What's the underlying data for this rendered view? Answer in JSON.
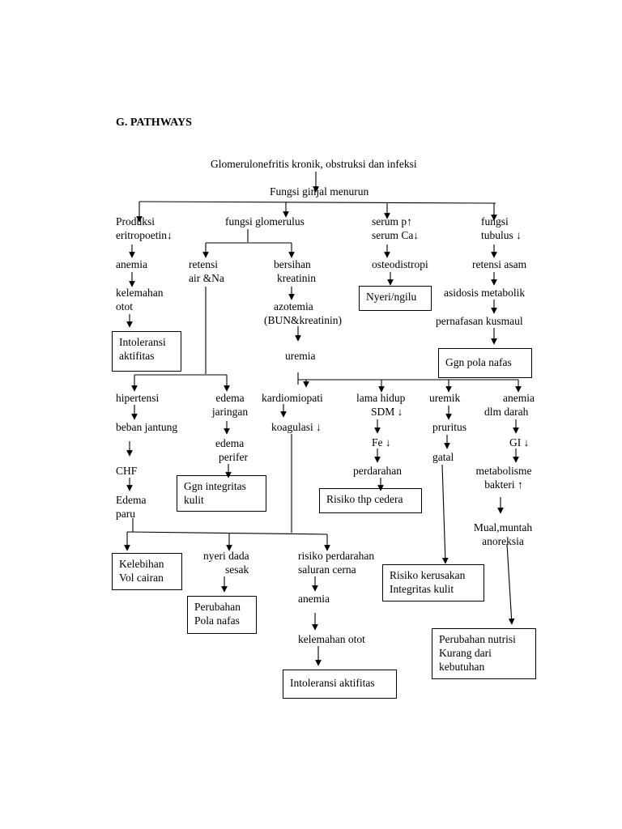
{
  "heading": "G. PATHWAYS",
  "nodes": {
    "root": "Glomerulonefritis kronik, obstruksi dan infeksi",
    "fungsi_ginjal": "Fungsi ginjal menurun",
    "produksi_eritropoetin": [
      "Produksi",
      "eritropoetin↓"
    ],
    "fungsi_glomerulus": "fungsi glomerulus",
    "serum": [
      "serum p↑",
      "serum Ca↓"
    ],
    "fungsi_tubulus": [
      "fungsi",
      "tubulus ↓"
    ],
    "anemia1": "anemia",
    "retensi_air": [
      "retensi",
      "air &Na"
    ],
    "bersihan_kreatinin": [
      "bersihan",
      "kreatinin"
    ],
    "osteodistropi": "osteodistropi",
    "retensi_asam": "retensi asam",
    "kelemahan_otot1": [
      "kelemahan",
      "otot"
    ],
    "azotemia": [
      "azotemia",
      "(BUN&kreatinin)"
    ],
    "asidosis": "asidosis metabolik",
    "pernafasan": "pernafasan kusmaul",
    "uremia": "uremia",
    "hipertensi": "hipertensi",
    "edema_jaringan": [
      "edema",
      "jaringan"
    ],
    "kardiomiopati": "kardiomiopati",
    "lama_hidup": [
      "lama hidup",
      "SDM ↓"
    ],
    "uremik": "uremik",
    "anemia_darah": [
      "anemia",
      "dlm darah"
    ],
    "beban_jantung": "beban jantung",
    "koagulasi": "koagulasi ↓",
    "pruritus": "pruritus",
    "fe": "Fe ↓",
    "gi": "GI  ↓",
    "edema_perifer": [
      "edema",
      "perifer"
    ],
    "gatal": "gatal",
    "chf": "CHF",
    "perdarahan": "perdarahan",
    "metabolisme": [
      "metabolisme",
      "bakteri ↑"
    ],
    "edema_paru": [
      "Edema",
      "paru"
    ],
    "mual": [
      "Mual,muntah",
      "anoreksia"
    ],
    "nyeri_dada": [
      "nyeri dada",
      "sesak"
    ],
    "risiko_perdarahan": [
      "risiko perdarahan",
      "saluran cerna"
    ],
    "anemia2": "anemia",
    "kelemahan_otot2": "kelemahan otot"
  },
  "boxes": {
    "intoleransi1": [
      "Intoleransi",
      "aktifitas"
    ],
    "nyeri_ngilu": "Nyeri/ngilu",
    "ggn_pola_nafas": "Ggn pola nafas",
    "ggn_integritas": [
      "Ggn integritas",
      "kulit"
    ],
    "risiko_cedera": "Risiko thp cedera",
    "kelebihan_cairan": [
      "Kelebihan",
      "Vol cairan"
    ],
    "perubahan_pola": [
      "Perubahan",
      "Pola nafas"
    ],
    "risiko_kerusakan": [
      "Risiko kerusakan",
      "Integritas kulit"
    ],
    "perubahan_nutrisi": [
      "Perubahan nutrisi",
      "Kurang dari",
      "kebutuhan"
    ],
    "intoleransi2": "Intoleransi aktifitas"
  }
}
